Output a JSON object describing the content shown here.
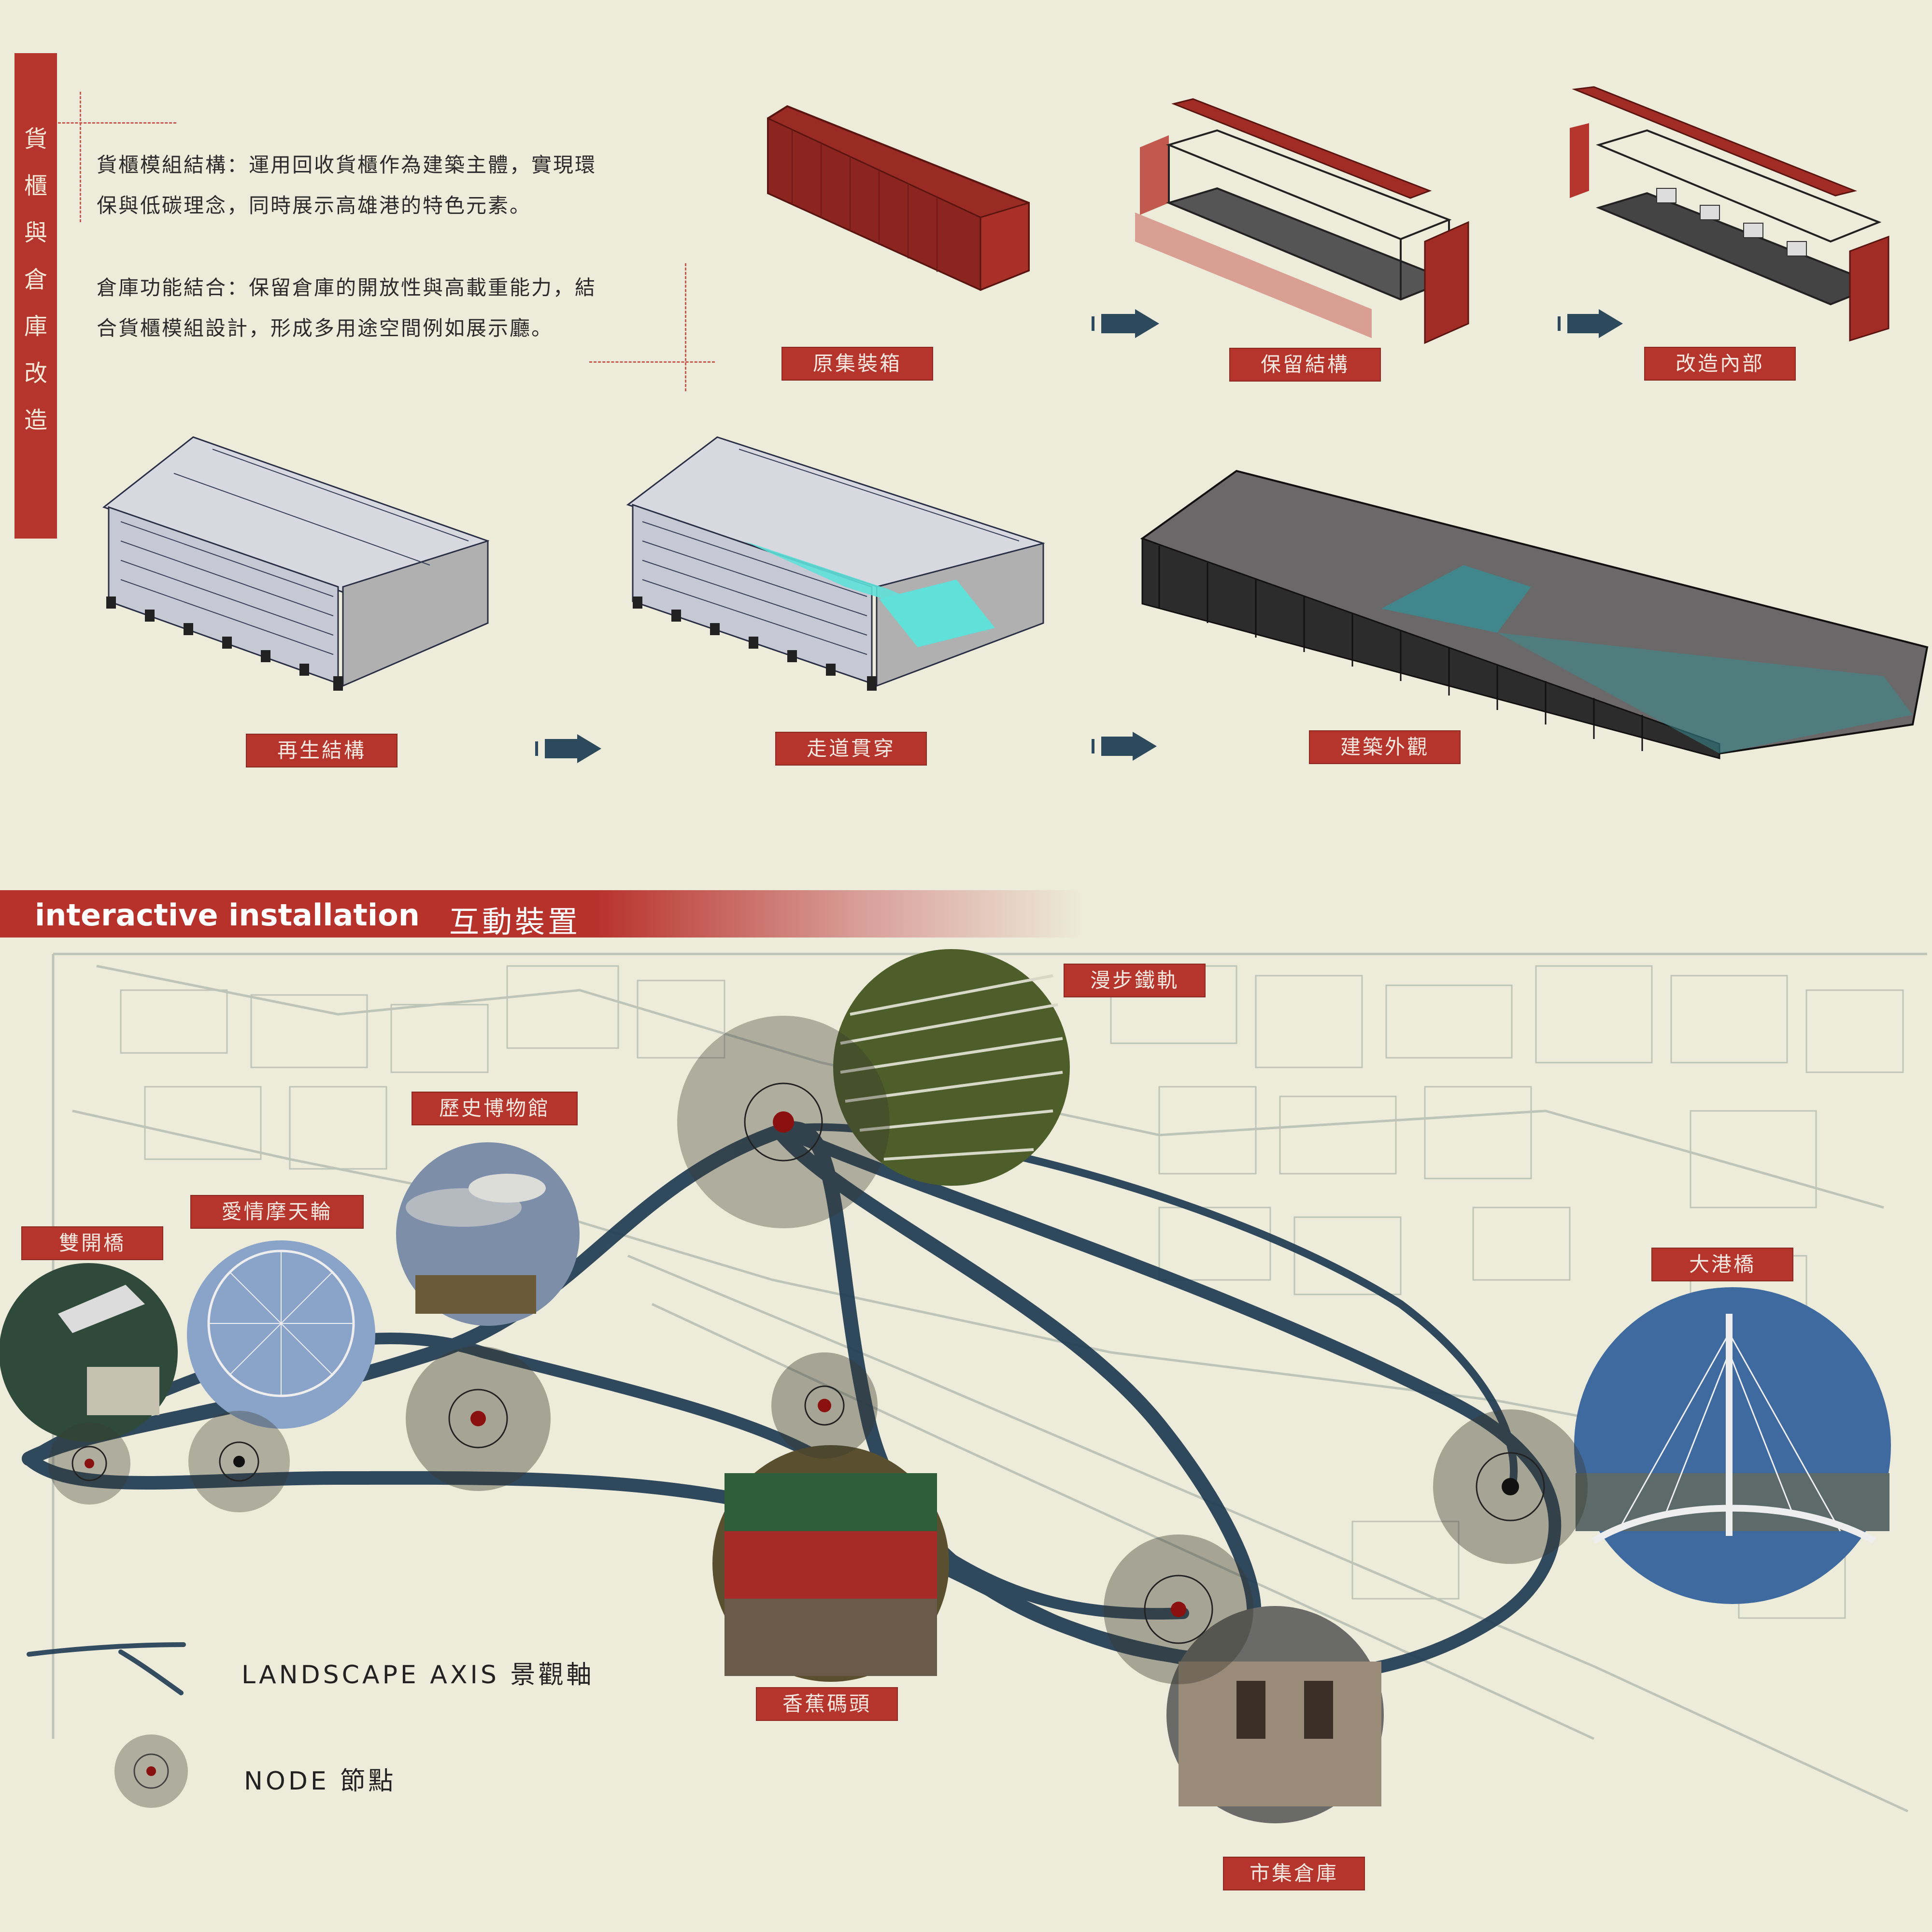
{
  "side_title": "貨櫃與倉庫改造",
  "descriptions": {
    "p1_line1": "貨櫃模組結構：運用回收貨櫃作為建築主體，實現環",
    "p1_line2": "保與低碳理念，同時展示高雄港的特色元素。",
    "p2_line1": "倉庫功能結合：保留倉庫的開放性與高載重能力，結",
    "p2_line2": "合貨櫃模組設計，形成多用途空間例如展示廳。"
  },
  "container_steps": [
    "原集裝箱",
    "保留結構",
    "改造內部"
  ],
  "warehouse_steps": [
    "再生結構",
    "走道貫穿",
    "建築外觀"
  ],
  "section_band": {
    "en": "interactive installation",
    "zh": "互動裝置"
  },
  "map_places": {
    "rail": "漫步鐵軌",
    "museum": "歷史博物館",
    "ferris": "愛情摩天輪",
    "double_bridge": "雙開橋",
    "big_bridge": "大港橋",
    "banana_pier": "香蕉碼頭",
    "market_warehouse": "市集倉庫"
  },
  "legend": {
    "axis": "LANDSCAPE AXIS 景觀軸",
    "node": "NODE 節點"
  },
  "colors": {
    "accent": "#b5352c",
    "axis": "#1f3b52",
    "background": "#edebd9",
    "glass": "#3fa0a8"
  }
}
